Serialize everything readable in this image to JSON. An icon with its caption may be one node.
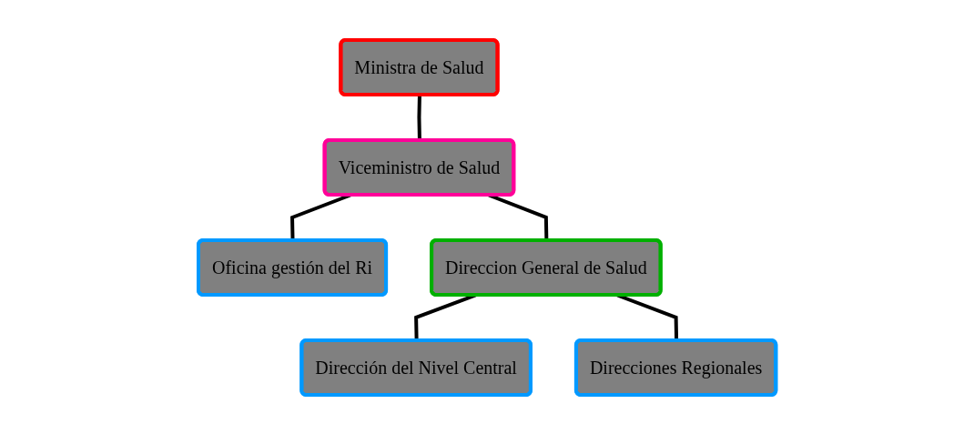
{
  "diagram": {
    "nodes": [
      {
        "text": [
          "Ministra de Salud"
        ]
      },
      {
        "text": [
          "Viceministro de Salud"
        ]
      },
      {
        "text": [
          "Oficina gestión del Ri"
        ]
      },
      {
        "text": [
          "Direccion General de Salud"
        ]
      },
      {
        "text": [
          "Dirección del Nivel Central"
        ]
      },
      {
        "text": [
          "Direcciones Regionales"
        ]
      }
    ],
    "edges": [
      {
        "from": 0,
        "to": 1,
        "arrow": "none"
      },
      {
        "from": 1,
        "to": 2,
        "arrow": "none"
      },
      {
        "from": 1,
        "to": 3,
        "arrow": "none"
      },
      {
        "from": 3,
        "to": 4,
        "arrow": "none"
      },
      {
        "from": 3,
        "to": 5,
        "arrow": "none"
      }
    ]
  }
}
